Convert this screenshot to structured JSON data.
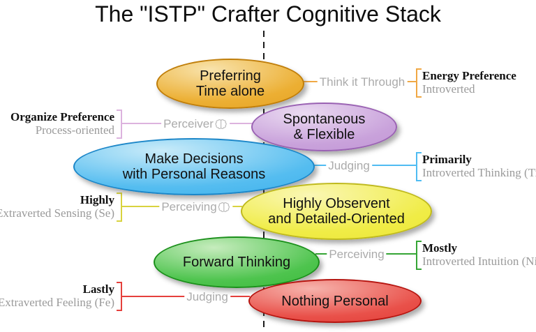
{
  "title": "The \"ISTP\" Crafter Cognitive Stack",
  "rows": [
    {
      "ellipse_line1": "Preferring",
      "ellipse_line2": "Time alone",
      "connector": "Think it Through",
      "label_title": "Energy Preference",
      "label_sub": "Introverted",
      "icon": null,
      "colors": {
        "light": "#F8E3AC",
        "main": "#ECAF33",
        "edge": "#E09A1A",
        "border": "#C07E0A",
        "line": "#F0A844"
      }
    },
    {
      "ellipse_line1": "Spontaneous",
      "ellipse_line2": "& Flexible",
      "connector": "Perceiver",
      "label_title": "Organize Preference",
      "label_sub": "Process-oriented",
      "icon": "brain-icon",
      "colors": {
        "light": "#EADAF1",
        "main": "#C9A2DB",
        "edge": "#BC8FD1",
        "border": "#9A62B3",
        "line": "#DCB3DE"
      }
    },
    {
      "ellipse_line1": "Make Decisions",
      "ellipse_line2": "with Personal Reasons",
      "connector": "Judging",
      "label_title": "Primarily",
      "label_sub": "Introverted Thinking (Ti)",
      "icon": null,
      "colors": {
        "light": "#C9EBF9",
        "main": "#55BDF0",
        "edge": "#2FA9E9",
        "border": "#1B86C8",
        "line": "#4FBCF2"
      }
    },
    {
      "ellipse_line1": "Highly Observent",
      "ellipse_line2": "and Detailed-Oriented",
      "connector": "Perceiving",
      "label_title": "Highly",
      "label_sub": "Extraverted Sensing (Se)",
      "icon": "brain-icon",
      "colors": {
        "light": "#FAF7B4",
        "main": "#F0EC46",
        "edge": "#E9E32F",
        "border": "#BFB91E",
        "line": "#D8D33F"
      }
    },
    {
      "ellipse_line1": "Forward Thinking",
      "ellipse_line2": "",
      "connector": "Perceiving",
      "label_title": "Mostly",
      "label_sub": "Introverted Intuition (Ni)",
      "icon": null,
      "colors": {
        "light": "#C6ECBD",
        "main": "#4EC44E",
        "edge": "#2FB32F",
        "border": "#1A8F1A",
        "line": "#35A535"
      }
    },
    {
      "ellipse_line1": "Nothing Personal",
      "ellipse_line2": "",
      "connector": "Judging",
      "label_title": "Lastly",
      "label_sub": "Extraverted Feeling (Fe)",
      "icon": null,
      "colors": {
        "light": "#F6B3AC",
        "main": "#E9514A",
        "edge": "#DC302B",
        "border": "#B5140F",
        "line": "#E5403C"
      }
    }
  ],
  "misc": {
    "center_line_color": "#1b1b1b",
    "connector_text_color": "#ababab",
    "label_subtitle_color": "#9a9a9a"
  }
}
